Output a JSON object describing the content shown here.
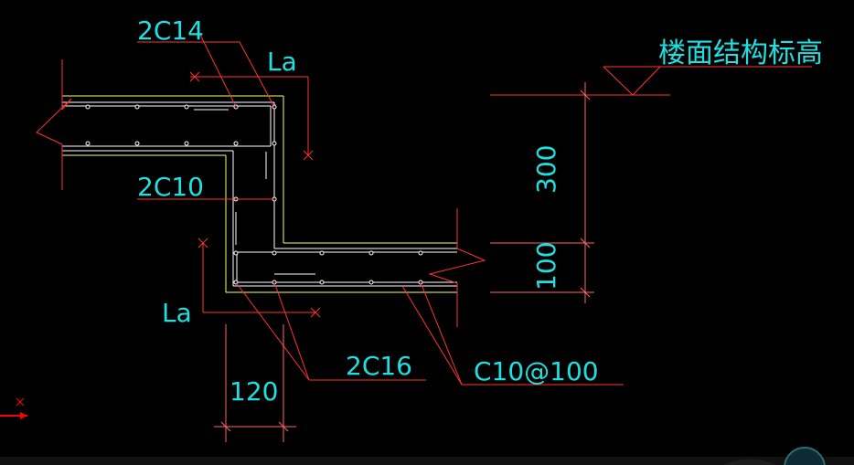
{
  "labels": {
    "top_bar": "2C14",
    "la_top": "La",
    "floor_level": "楼面结构标高",
    "mid_bar": "2C10",
    "dim_300": "300",
    "dim_100": "100",
    "la_bottom": "La",
    "bottom_bar": "2C16",
    "width_120": "120",
    "stirrup": "C10@100"
  },
  "colors": {
    "background": "#000000",
    "concrete_outline": "#ffffff",
    "cover_line": "#ffff66",
    "leader_line": "#ff3333",
    "text": "#1fe0e0",
    "dimension_line": "#ff6666"
  }
}
